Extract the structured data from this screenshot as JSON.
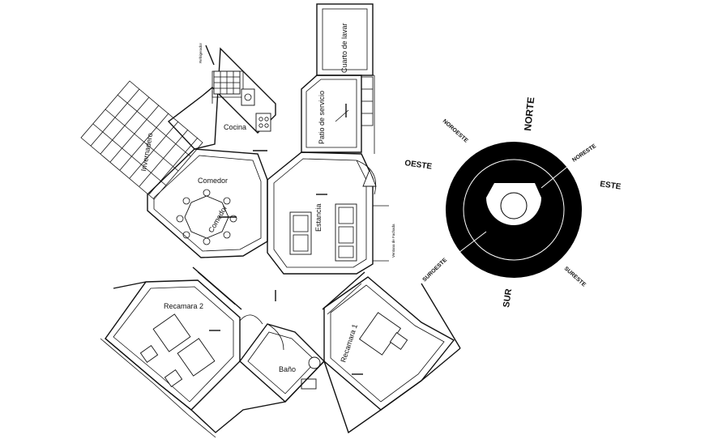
{
  "rooms": {
    "cuarto_de_lavar": "Cuarto de lavar",
    "patio_de_servicio": "Patio de servicio",
    "cocina": "Cocina",
    "comedor": "Comedor",
    "comedor_table": "Comedor",
    "estancia": "Estancia",
    "recamara_2": "Recamara 2",
    "recamara_1": "Recamara 1",
    "bano": "Baño",
    "invernadero": "Invernadero"
  },
  "annotations": {
    "refrigerator": "Refrigerador",
    "vertical_note": "Ventana de Fachada"
  },
  "compass": {
    "norte": "NORTE",
    "sur": "SUR",
    "este": "ESTE",
    "oeste": "OESTE",
    "noreste": "NORESTE",
    "noroeste": "NOROESTE",
    "sureste": "SURESTE",
    "suroeste": "SUROESTE",
    "colors": {
      "disc": "#000000",
      "inner": "#ffffff"
    }
  }
}
